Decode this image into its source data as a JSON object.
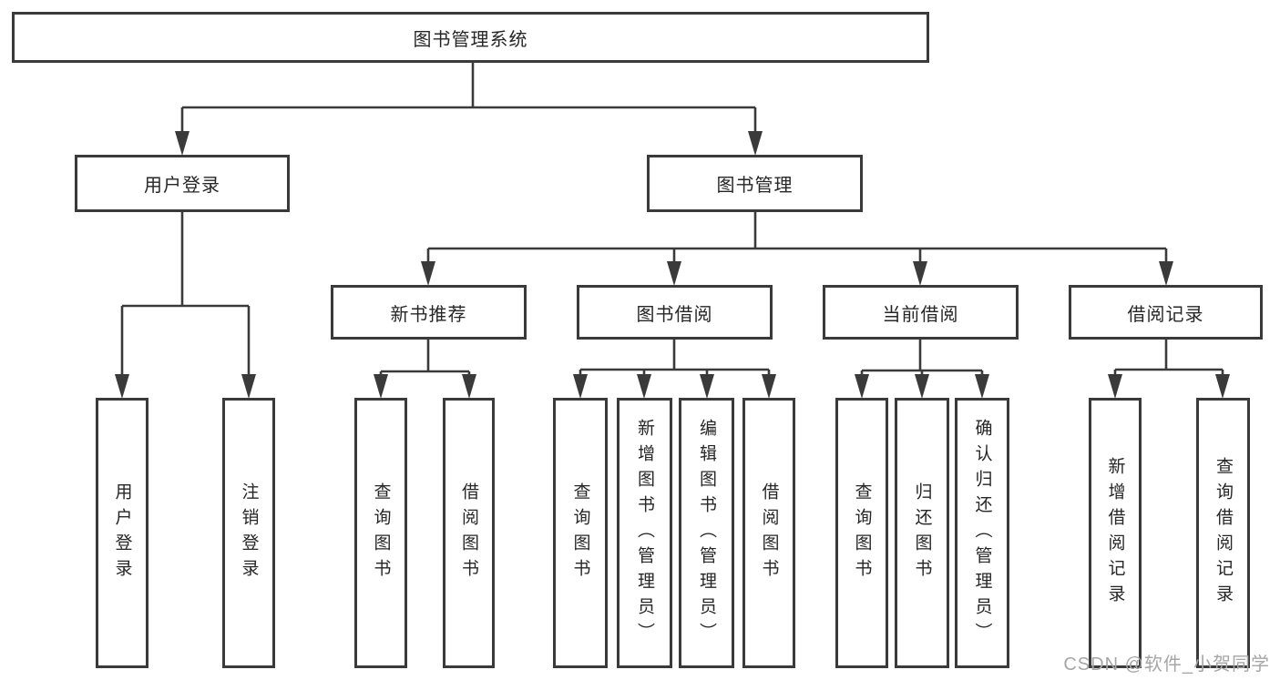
{
  "diagram": {
    "title": "图书管理系统",
    "tree": {
      "label": "图书管理系统",
      "children": [
        {
          "label": "用户登录",
          "children": [
            {
              "label": "用户登录"
            },
            {
              "label": "注销登录"
            }
          ]
        },
        {
          "label": "图书管理",
          "children": [
            {
              "label": "新书推荐",
              "children": [
                {
                  "label": "查询图书"
                },
                {
                  "label": "借阅图书"
                }
              ]
            },
            {
              "label": "图书借阅",
              "children": [
                {
                  "label": "查询图书"
                },
                {
                  "label": "新增图书（管理员）"
                },
                {
                  "label": "编辑图书（管理员）"
                },
                {
                  "label": "借阅图书"
                }
              ]
            },
            {
              "label": "当前借阅",
              "children": [
                {
                  "label": "查询图书"
                },
                {
                  "label": "归还图书"
                },
                {
                  "label": "确认归还（管理员）"
                }
              ]
            },
            {
              "label": "借阅记录",
              "children": [
                {
                  "label": "新增借阅记录"
                },
                {
                  "label": "查询借阅记录"
                }
              ]
            }
          ]
        }
      ]
    },
    "colors": {
      "line": "#3a3a3a",
      "box_border": "#3a3a3a",
      "box_fill": "#ffffff",
      "text": "#262626",
      "watermark": "#a6a6a6",
      "background": "#ffffff"
    }
  },
  "watermark": {
    "text": "CSDN @软件_小贺同学"
  }
}
